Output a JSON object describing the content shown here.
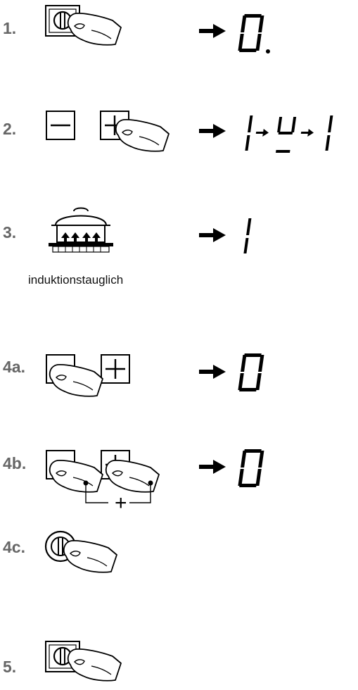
{
  "steps": [
    {
      "label": "1.",
      "icon": "power-button-with-finger-icon",
      "display": "0.",
      "display_shape": "digit-zero-with-decimal-point"
    },
    {
      "label": "2.",
      "icon": "minus-and-plus-buttons-with-finger-icon",
      "display": "1 → U → 1",
      "display_shape": "seven-segment-sequence"
    },
    {
      "label": "3.",
      "icon": "pot-on-hob-icon",
      "display": "1",
      "display_shape": "digit-one",
      "caption": "induktionstauglich"
    },
    {
      "label": "4a.",
      "icon": "minus-button-pressed-icon",
      "display": "0",
      "display_shape": "digit-zero"
    },
    {
      "label": "4b.",
      "icon": "minus-plus-pressed-together-icon",
      "display": "0",
      "display_shape": "digit-zero",
      "combine_symbol": "+"
    },
    {
      "label": "4c.",
      "icon": "round-power-button-with-finger-icon"
    },
    {
      "label": "5.",
      "icon": "power-button-with-finger-icon"
    }
  ],
  "arrow_symbol": "right-arrow-icon",
  "colors": {
    "step_label": "#666666",
    "line": "#000000",
    "segments": "#000000"
  }
}
